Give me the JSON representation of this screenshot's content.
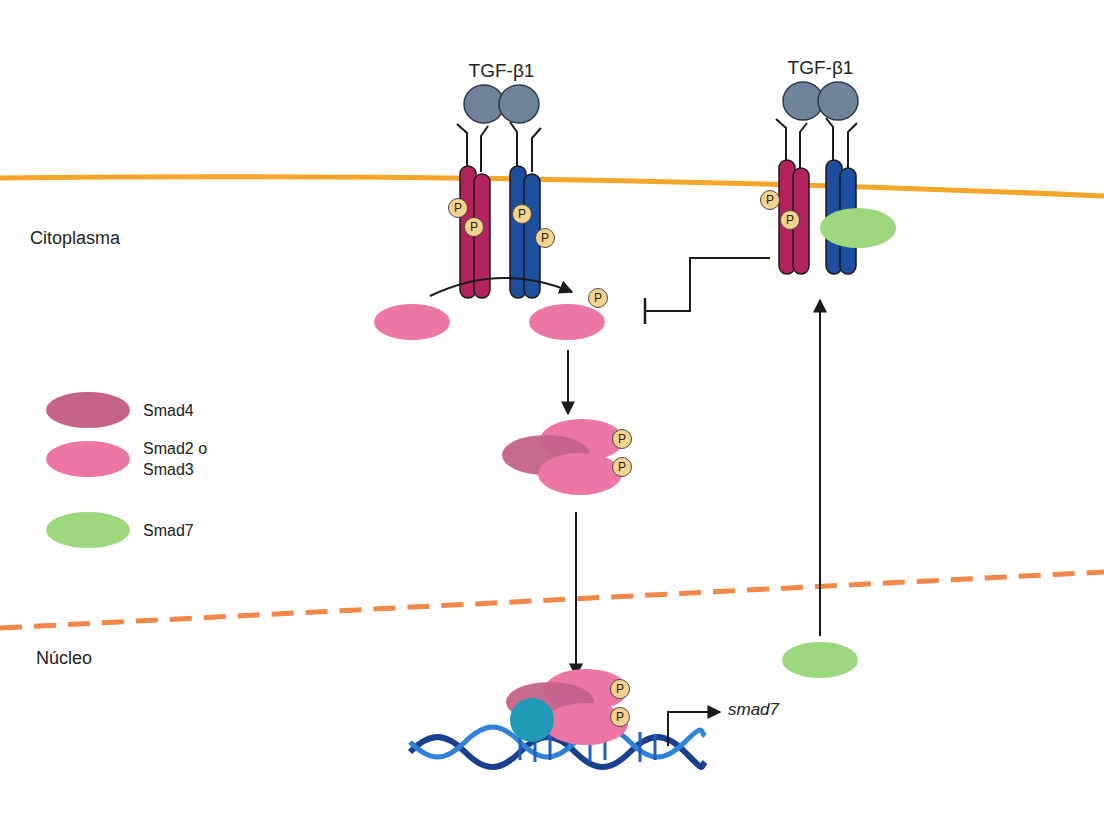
{
  "diagram": {
    "nodes": [
      {
        "text": [
          "TGF-β1"
        ]
      },
      {
        "text": [
          "TGF-β1"
        ]
      },
      {
        "text": [
          "P"
        ]
      },
      {
        "text": [
          "P"
        ]
      },
      {
        "text": [
          "P"
        ]
      },
      {
        "text": [
          "P"
        ]
      },
      {
        "text": [
          "P"
        ]
      },
      {
        "text": [
          "P"
        ]
      },
      {
        "text": [
          "P"
        ]
      },
      {
        "text": [
          "P"
        ]
      },
      {
        "text": [
          "P"
        ]
      },
      {
        "text": [
          "P"
        ]
      },
      {
        "text": [
          "P"
        ]
      }
    ],
    "labels": [
      "Citoplasma",
      "Núcleo",
      "smad7"
    ],
    "legend": [
      {
        "text": "Smad4",
        "color": "#c4628a"
      },
      {
        "text": "Smad2 o Smad3",
        "color": "#ec77a7"
      },
      {
        "text": "Smad7",
        "color": "#9dd77e"
      }
    ]
  }
}
